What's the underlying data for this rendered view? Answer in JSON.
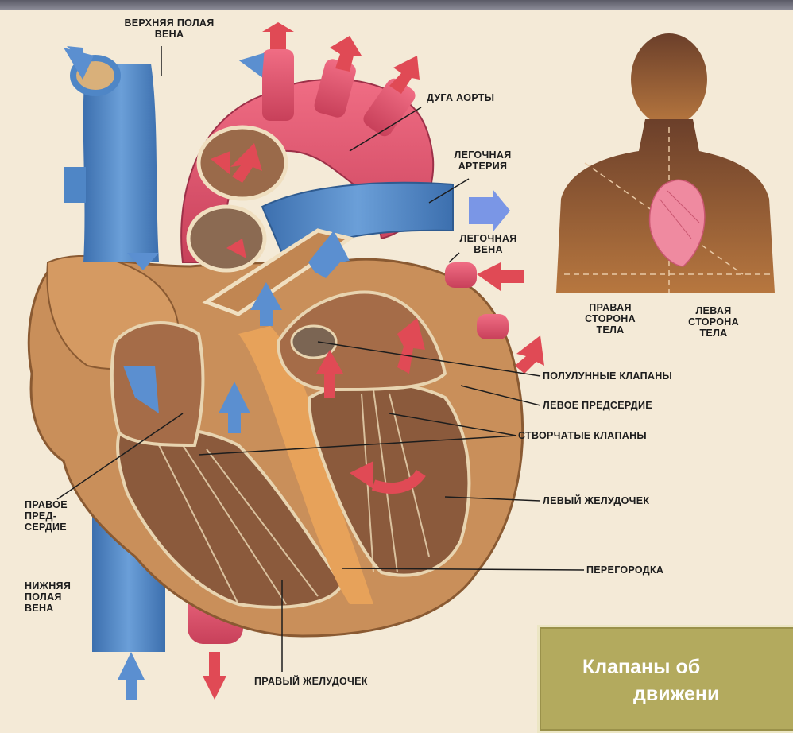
{
  "labels": {
    "superior_vena_cava": [
      "ВЕРХНЯЯ ПОЛАЯ",
      "ВЕНА"
    ],
    "aortic_arch": "ДУГА АОРТЫ",
    "pulmonary_artery": [
      "ЛЕГОЧНАЯ",
      "АРТЕРИЯ"
    ],
    "pulmonary_vein": [
      "ЛЕГОЧНАЯ",
      "ВЕНА"
    ],
    "right_side": [
      "ПРАВАЯ",
      "СТОРОНА",
      "ТЕЛА"
    ],
    "left_side": [
      "ЛЕВАЯ",
      "СТОРОНА",
      "ТЕЛА"
    ],
    "semilunar_valves": "ПОЛУЛУННЫЕ КЛАПАНЫ",
    "left_atrium": "ЛЕВОЕ ПРЕДСЕРДИЕ",
    "leaflet_valves": "СТВОРЧАТЫЕ КЛАПАНЫ",
    "left_ventricle": "ЛЕВЫЙ ЖЕЛУДОЧЕК",
    "right_atrium": [
      "ПРАВОЕ",
      "ПРЕД-",
      "СЕРДИЕ"
    ],
    "inferior_vena_cava": [
      "НИЖНЯЯ",
      "ПОЛАЯ",
      "ВЕНА"
    ],
    "septum": "ПЕРЕГОРОДКА",
    "right_ventricle": "ПРАВЫЙ ЖЕЛУДОЧЕК"
  },
  "caption": {
    "line1": "Клапаны об",
    "line2": "движени"
  },
  "colors": {
    "vein_blue": "#4f86c6",
    "artery_red": "#e2546a",
    "muscle": "#c98f5a",
    "caption_bg": "#b3aa5e"
  }
}
